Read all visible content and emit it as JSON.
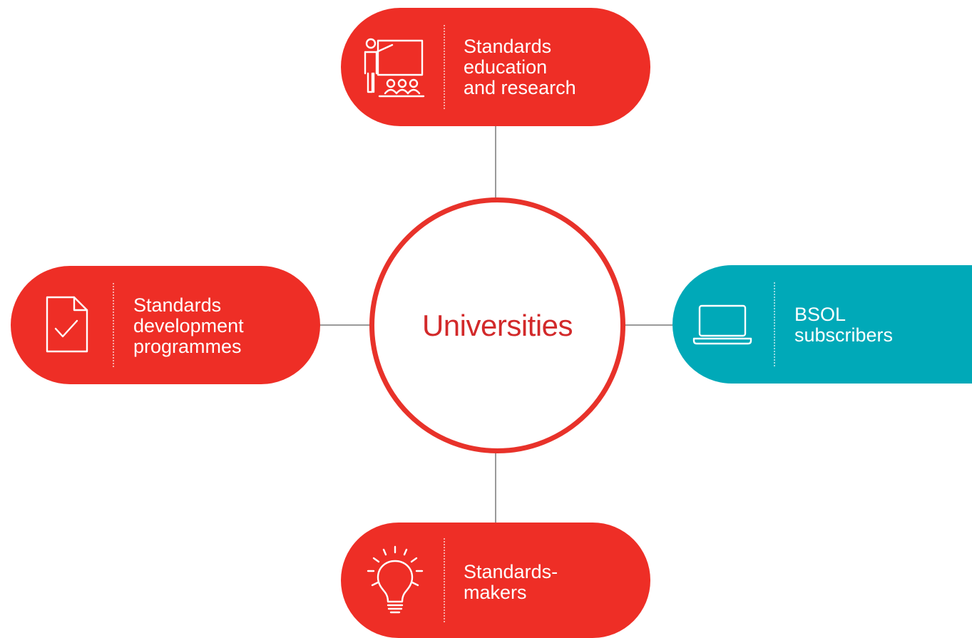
{
  "center": {
    "label": "Universities"
  },
  "colors": {
    "red": "#ee2e26",
    "teal": "#00a9b8",
    "ring": "#e8322a",
    "center_text": "#d2292a",
    "connector": "#9a9a9a"
  },
  "nodes": {
    "top": {
      "label": "Standards\neducation\nand research",
      "icon": "presentation-icon"
    },
    "left": {
      "label": "Standards\ndevelopment\nprogrammes",
      "icon": "document-check-icon"
    },
    "right": {
      "label": "BSOL\nsubscribers",
      "icon": "laptop-icon"
    },
    "bottom": {
      "label": "Standards-\nmakers",
      "icon": "lightbulb-icon"
    }
  }
}
